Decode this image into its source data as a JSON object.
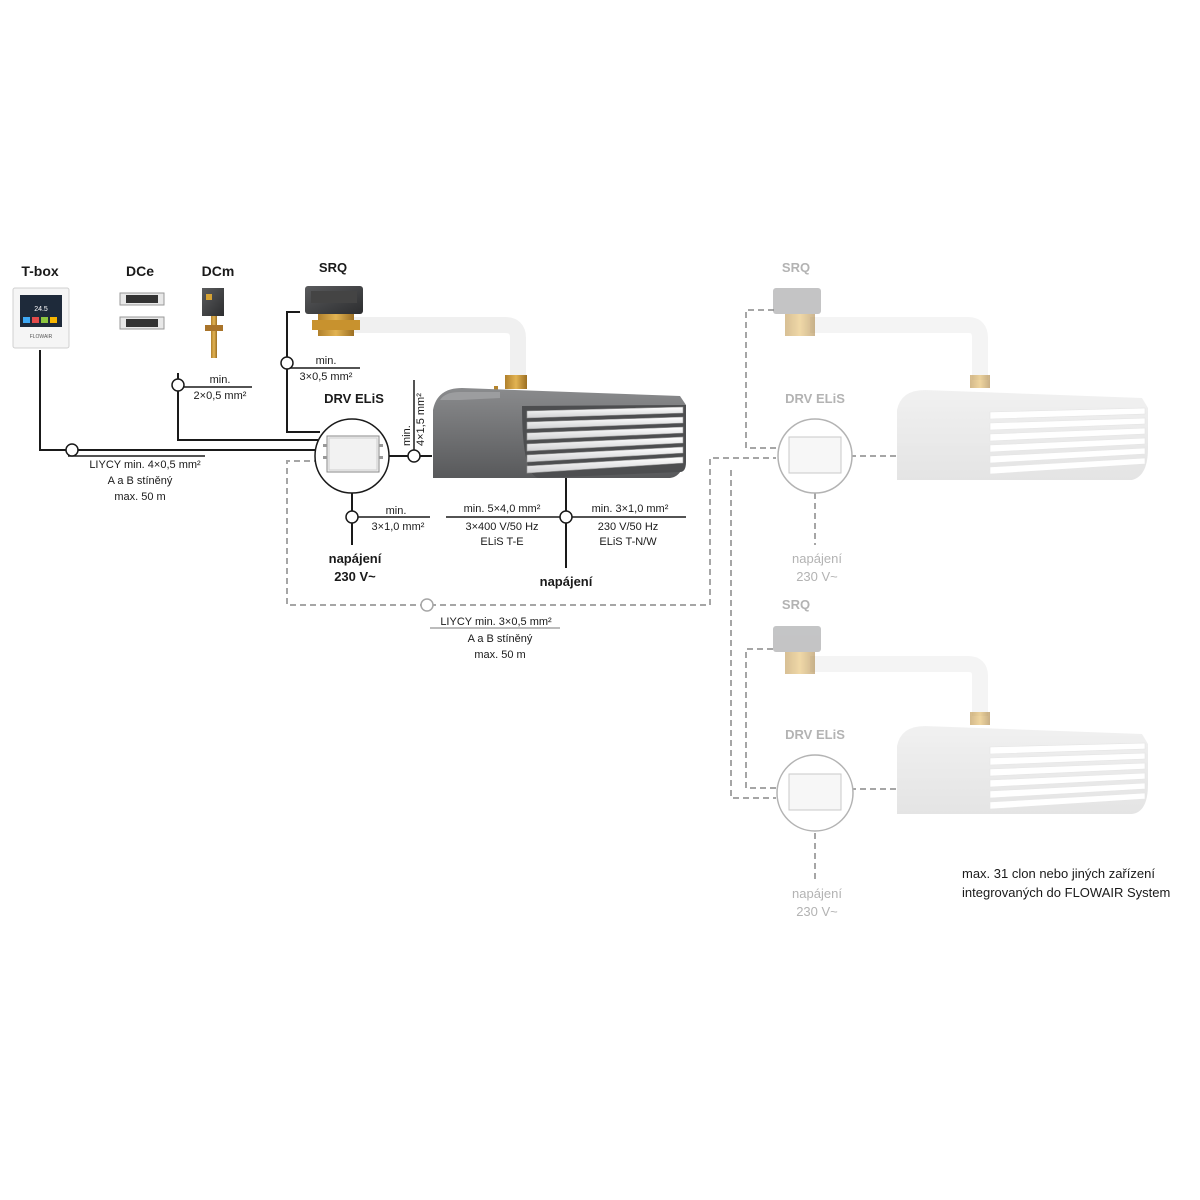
{
  "colors": {
    "line": "#1a1a1a",
    "dashed": "#a6a6a6",
    "ghost_text": "#b3b3b3",
    "unit_body": "#6d6e70",
    "ghost_unit": "#d9d9d9",
    "pipe": "#f2f2f2"
  },
  "labels": {
    "tbox": "T-box",
    "dce": "DCe",
    "dcm": "DCm",
    "srq_main": "SRQ",
    "drv_main": "DRV ELiS",
    "srq_g1": "SRQ",
    "drv_g1": "DRV ELiS",
    "srq_g2": "SRQ",
    "drv_g2": "DRV ELiS"
  },
  "tbox_screen": {
    "temp": "24.5",
    "brand": "FLOWAIR"
  },
  "cables": {
    "dcm": {
      "l1": "min.",
      "l2": "2×0,5 mm²"
    },
    "srq": {
      "l1": "min.",
      "l2": "3×0,5 mm²"
    },
    "bus_main": {
      "l1": "LIYCY min. 4×0,5 mm²",
      "l2": "A a B stíněný",
      "l3": "max. 50 m"
    },
    "unit": {
      "l1": "min.",
      "l2": "4×1,5 mm²"
    },
    "drv_power": {
      "l1": "min.",
      "l2": "3×1,0 mm²"
    },
    "te_power": {
      "l1": "min. 5×4,0 mm²",
      "l2": "3×400 V/50 Hz",
      "l3": "ELiS T-E"
    },
    "tnw_power": {
      "l1": "min. 3×1,0 mm²",
      "l2": "230 V/50 Hz",
      "l3": "ELiS T-N/W"
    },
    "bus_daisy": {
      "l1": "LIYCY min. 3×0,5 mm²",
      "l2": "A a B stíněný",
      "l3": "max. 50 m"
    }
  },
  "power": {
    "drv": {
      "l1": "napájení",
      "l2": "230 V~"
    },
    "unit": {
      "l1": "napájení"
    },
    "g1": {
      "l1": "napájení",
      "l2": "230 V~"
    },
    "g2": {
      "l1": "napájení",
      "l2": "230 V~"
    }
  },
  "note": {
    "l1": "max. 31 clon nebo jiných zařízení",
    "l2": "integrovaných do FLOWAIR System"
  }
}
